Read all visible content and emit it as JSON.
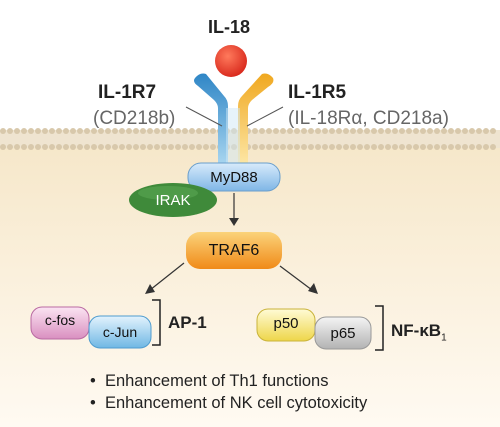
{
  "ligand": "IL-18",
  "receptor_left": {
    "name": "IL-1R7",
    "alias": "(CD218b)"
  },
  "receptor_right": {
    "name": "IL-1R5",
    "alias": "(IL-18Rα, CD218a)"
  },
  "adaptor": "MyD88",
  "kinase": "IRAK",
  "traf": "TRAF6",
  "ap1": {
    "left": "c-fos",
    "right": "c-Jun",
    "label": "AP-1"
  },
  "nfkb": {
    "left": "p50",
    "right": "p65",
    "label_main": "NF-κB",
    "label_sub": "1"
  },
  "outcomes": [
    "Enhancement of Th1 functions",
    "Enhancement of NK cell cytotoxicity"
  ],
  "colors": {
    "ligand": "#e8392a",
    "receptor_left": "#4aa6d6",
    "receptor_right": "#f5c542",
    "membrane": "#d9c9ad",
    "cytoplasm": "#fbf1de",
    "myd88": "#9cc7ec",
    "irak": "#3f8a3a",
    "traf6": "#f4a21e",
    "cfos": "#e8b6d6",
    "cjun": "#9fd0ef",
    "p50": "#f3e36a",
    "p65": "#c9c9c9"
  }
}
